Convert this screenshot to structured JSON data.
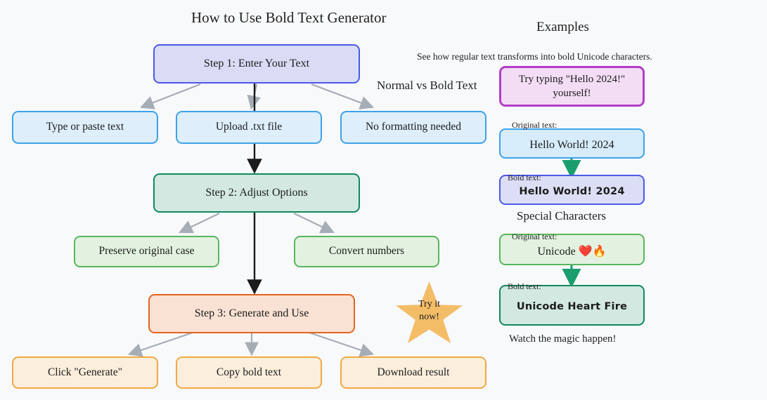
{
  "page": {
    "background": "#f8f9fb",
    "main_title": "How to Use Bold Text Generator"
  },
  "flow": {
    "step1": {
      "label": "Step 1: Enter Your Text",
      "fill": "#dadcf5",
      "border": "#4a5ae8"
    },
    "step1_children": [
      {
        "label": "Type or paste text"
      },
      {
        "label": "Upload .txt file"
      },
      {
        "label": "No formatting needed"
      }
    ],
    "step2": {
      "label": "Step 2: Adjust Options",
      "fill": "#d2e8e1",
      "border": "#11895e"
    },
    "step2_children": [
      {
        "label": "Preserve original case"
      },
      {
        "label": "Convert numbers"
      }
    ],
    "step3": {
      "label": "Step 3: Generate and Use",
      "fill": "#f9e2d3",
      "border": "#e2641e"
    },
    "step3_children": [
      {
        "label": "Click \"Generate\""
      },
      {
        "label": "Copy bold text"
      },
      {
        "label": "Download result"
      }
    ],
    "star": {
      "line1": "Try it",
      "line2": "now!",
      "fill": "#f3bd68"
    }
  },
  "examples": {
    "title": "Examples",
    "subtitle": "See how regular text transforms into bold Unicode characters.",
    "callout": "Try typing \"Hello 2024!\" yourself!",
    "callout_fill": "#f3ddf5",
    "callout_border": "#b33dc6",
    "caption": "Watch the magic happen!",
    "groups": [
      {
        "heading": "Normal vs Bold Text",
        "original_label": "Original text:",
        "original_value": "Hello World! 2024",
        "bold_label": "Bold text:",
        "bold_value": "Hello World! 2024",
        "arrow_color": "#1a9e6e"
      },
      {
        "heading": "Special Characters",
        "original_label": "Original text:",
        "original_value": "Unicode ❤️🔥",
        "bold_label": "Bold text:",
        "bold_value": "Unicode Heart Fire",
        "arrow_color": "#1a9e6e"
      }
    ]
  },
  "edges": {
    "branch_color": "#a6adb5",
    "trunk_color": "#1b1b1b"
  }
}
